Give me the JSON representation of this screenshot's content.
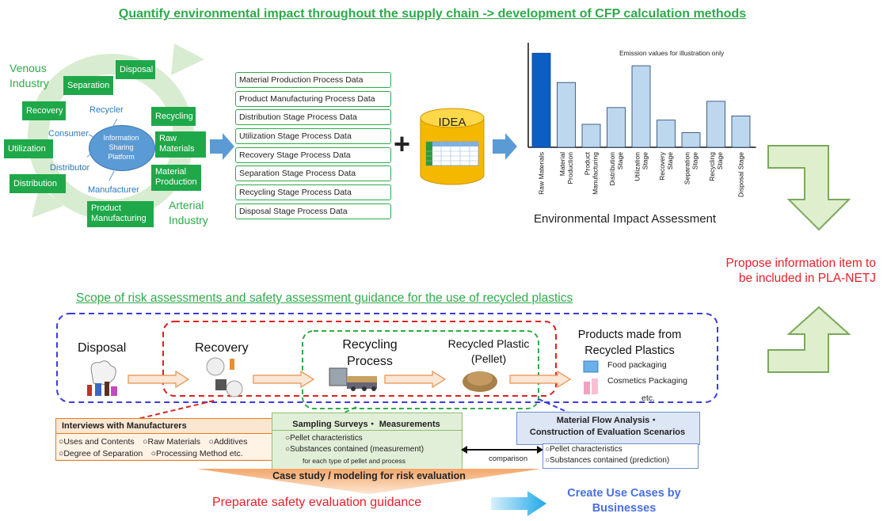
{
  "top_title": "Quantify environmental impact throughout the supply chain -> development of CFP calculation methods",
  "cycle": {
    "venous_label": "Venous\nIndustry",
    "arterial_label": "Arterial\nIndustry",
    "center_label": "Information\nSharing\nPlatform",
    "boxes": {
      "disposal": "Disposal",
      "separation": "Separation",
      "recovery": "Recovery",
      "recycling": "Recycling",
      "raw_materials": "Raw\nMaterials",
      "utilization": "Utilization",
      "material_production": "Material\nProduction",
      "distribution": "Distribution",
      "product_manufacturing": "Product\nManufacturing"
    },
    "actors": {
      "recycler": "Recycler",
      "consumer": "Consumer",
      "distributor": "Distributor",
      "manufacturer": "Manufacturer"
    }
  },
  "process_data": [
    "Material Production Process Data",
    "Product Manufacturing Process Data",
    "Distribution Stage Process Data",
    "Utilization Stage Process Data",
    "Recovery Stage Process Data",
    "Separation Stage Process Data",
    "Recycling Stage Process Data",
    "Disposal Stage Process Data"
  ],
  "plus_sign": "+",
  "idea_label": "IDEA",
  "chart_data": {
    "type": "bar",
    "categories": [
      "Raw Materials",
      "Material Production",
      "Product Manufacturing",
      "Distribution Stage",
      "Utilization Stage",
      "Recovery Stage",
      "Separation Stage",
      "Recycling Stage",
      "Disposal Stage"
    ],
    "values": [
      90,
      62,
      22,
      38,
      78,
      26,
      14,
      44,
      30
    ],
    "highlight_color": "#0b5ec4",
    "bar_color": "#bdd7ee",
    "annotation": "Emission values for illustration only",
    "xlabel": "Environmental Impact Assessment",
    "ylim": [
      0,
      100
    ]
  },
  "propose_text": "Propose information item to\nbe included in PLA-NETJ",
  "bottom_title": "Scope of risk assessments and safety assessment guidance for the use of recycled plastics",
  "stages": {
    "disposal": "Disposal",
    "recovery": "Recovery",
    "recycling_process": "Recycling\nProcess",
    "recycled_plastic": "Recycled Plastic\n(Pellet)",
    "products": "Products made from\nRecycled Plastics"
  },
  "product_examples": [
    "Food packaging",
    "Cosmetics Packaging",
    "etc."
  ],
  "interviews": {
    "title": "Interviews with Manufacturers",
    "items_row1": "○Uses and Contents　○Raw Materials　○Additives",
    "items_row2": "○Degree of Separation　○Processing Method etc."
  },
  "sampling": {
    "title": "Sampling Surveys・ Measurements",
    "item1": "○Pellet characteristics",
    "item2": "○Substances contained (measurement)",
    "item3": "for each type of pellet and process"
  },
  "comparison_label": "comparison",
  "mfa": {
    "title": "Material Flow Analysis・\nConstruction of Evaluation Scenarios",
    "item1": "○Pellet characteristics",
    "item2": "○Substances contained (prediction)"
  },
  "case_study": "Case study / modeling for risk evaluation",
  "guidance": "Preparate safety evaluation guidance",
  "use_cases": "Create Use Cases by\nBusinesses",
  "colors": {
    "green": "#1fa84a",
    "red_text": "#e8202a",
    "blue_text": "#4a6fe0"
  }
}
